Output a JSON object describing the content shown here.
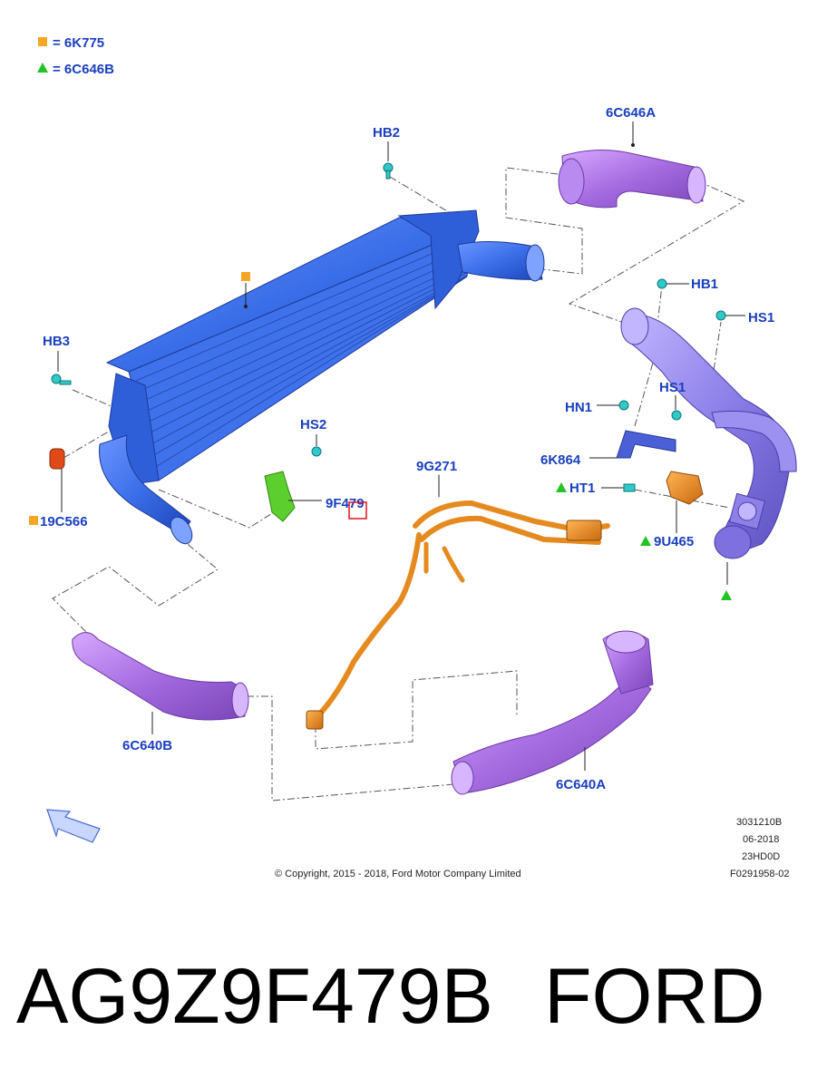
{
  "legend": [
    {
      "symbol": "square",
      "color": "#f5a623",
      "text": "= 6K775"
    },
    {
      "symbol": "triangle",
      "color": "#22c322",
      "text": "= 6C646B"
    }
  ],
  "labels": {
    "hb2": "HB2",
    "c6c646a": "6C646A",
    "hb1": "HB1",
    "hs1_top": "HS1",
    "hb3": "HB3",
    "hs2": "HS2",
    "hn1": "HN1",
    "hs1_mid": "HS1",
    "k6k864": "6K864",
    "c19c566": "19C566",
    "g9g271": "9G271",
    "f9f479": "9F479",
    "ht1": "HT1",
    "u9u465": "9U465",
    "c6c640b": "6C640B",
    "c6c640a": "6C640A"
  },
  "meta": {
    "code1": "3031210B",
    "date": "06-2018",
    "code2": "23HD0D",
    "code3": "F0291958-02",
    "copyright": "© Copyright, 2015 - 2018, Ford Motor Company Limited"
  },
  "bottom": {
    "part_number": "AG9Z9F479B",
    "brand": "FORD"
  },
  "colors": {
    "label": "#1a3fbf",
    "intercooler": "#3a6ee8",
    "duct": "#a56be0",
    "harness": "#e58a1f",
    "clip": "#2fc9c9",
    "bracket_green": "#5ccf2e",
    "highlight": "#e0141e"
  }
}
